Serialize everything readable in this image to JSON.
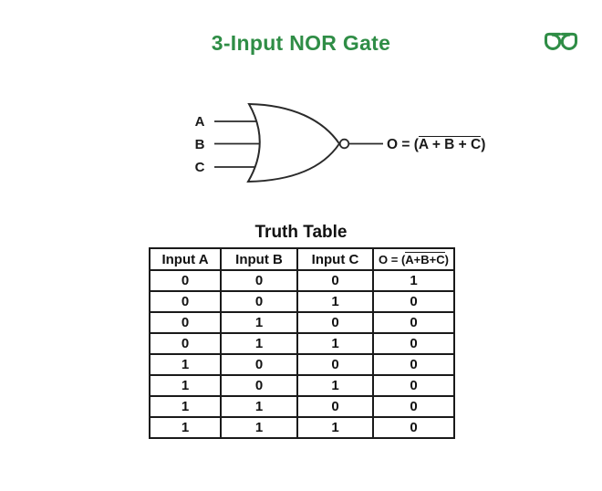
{
  "page": {
    "title": "3-Input NOR Gate",
    "background_color": "#ffffff",
    "accent_green": "#2F8D46",
    "ink_color": "#1a1a1a"
  },
  "logo": {
    "name": "geeksforgeeks-logo",
    "color": "#2F8D46"
  },
  "gate": {
    "type": "3-input NOR gate symbol",
    "inputs": [
      "A",
      "B",
      "C"
    ],
    "output_label": {
      "prefix": "O = (",
      "overline": "A + B + C",
      "suffix": ")"
    }
  },
  "truth_table": {
    "title": "Truth Table",
    "headers": [
      "Input A",
      "Input B",
      "Input C"
    ],
    "output_header": {
      "prefix": "O = (",
      "overline": "A+B+C",
      "suffix": ")"
    },
    "rows": [
      [
        "0",
        "0",
        "0",
        "1"
      ],
      [
        "0",
        "0",
        "1",
        "0"
      ],
      [
        "0",
        "1",
        "0",
        "0"
      ],
      [
        "0",
        "1",
        "1",
        "0"
      ],
      [
        "1",
        "0",
        "0",
        "0"
      ],
      [
        "1",
        "0",
        "1",
        "0"
      ],
      [
        "1",
        "1",
        "0",
        "0"
      ],
      [
        "1",
        "1",
        "1",
        "0"
      ]
    ]
  }
}
